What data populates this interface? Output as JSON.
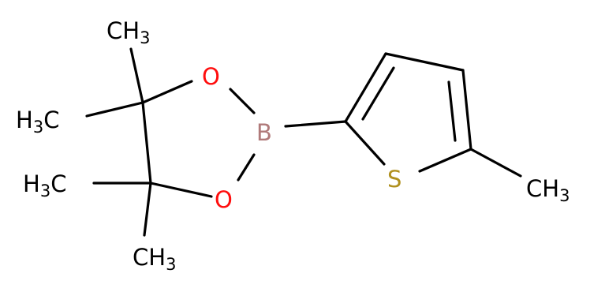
{
  "colors": {
    "bond": "#000000",
    "carbon": "#000000",
    "oxygen": "#ff0d0d",
    "boron": "#b07a7a",
    "sulfur": "#b0901e",
    "background": "#ffffff"
  },
  "labels": {
    "ch3_top": {
      "main": "CH",
      "sub": "3"
    },
    "h3c_upper": {
      "pre": "H",
      "sub": "3",
      "main": "C"
    },
    "h3c_lower": {
      "pre": "H",
      "sub": "3",
      "main": "C"
    },
    "ch3_bottom": {
      "main": "CH",
      "sub": "3"
    },
    "ch3_right": {
      "main": "CH",
      "sub": "3"
    },
    "oxygen_upper": "O",
    "oxygen_lower": "O",
    "boron": "B",
    "sulfur": "S"
  }
}
